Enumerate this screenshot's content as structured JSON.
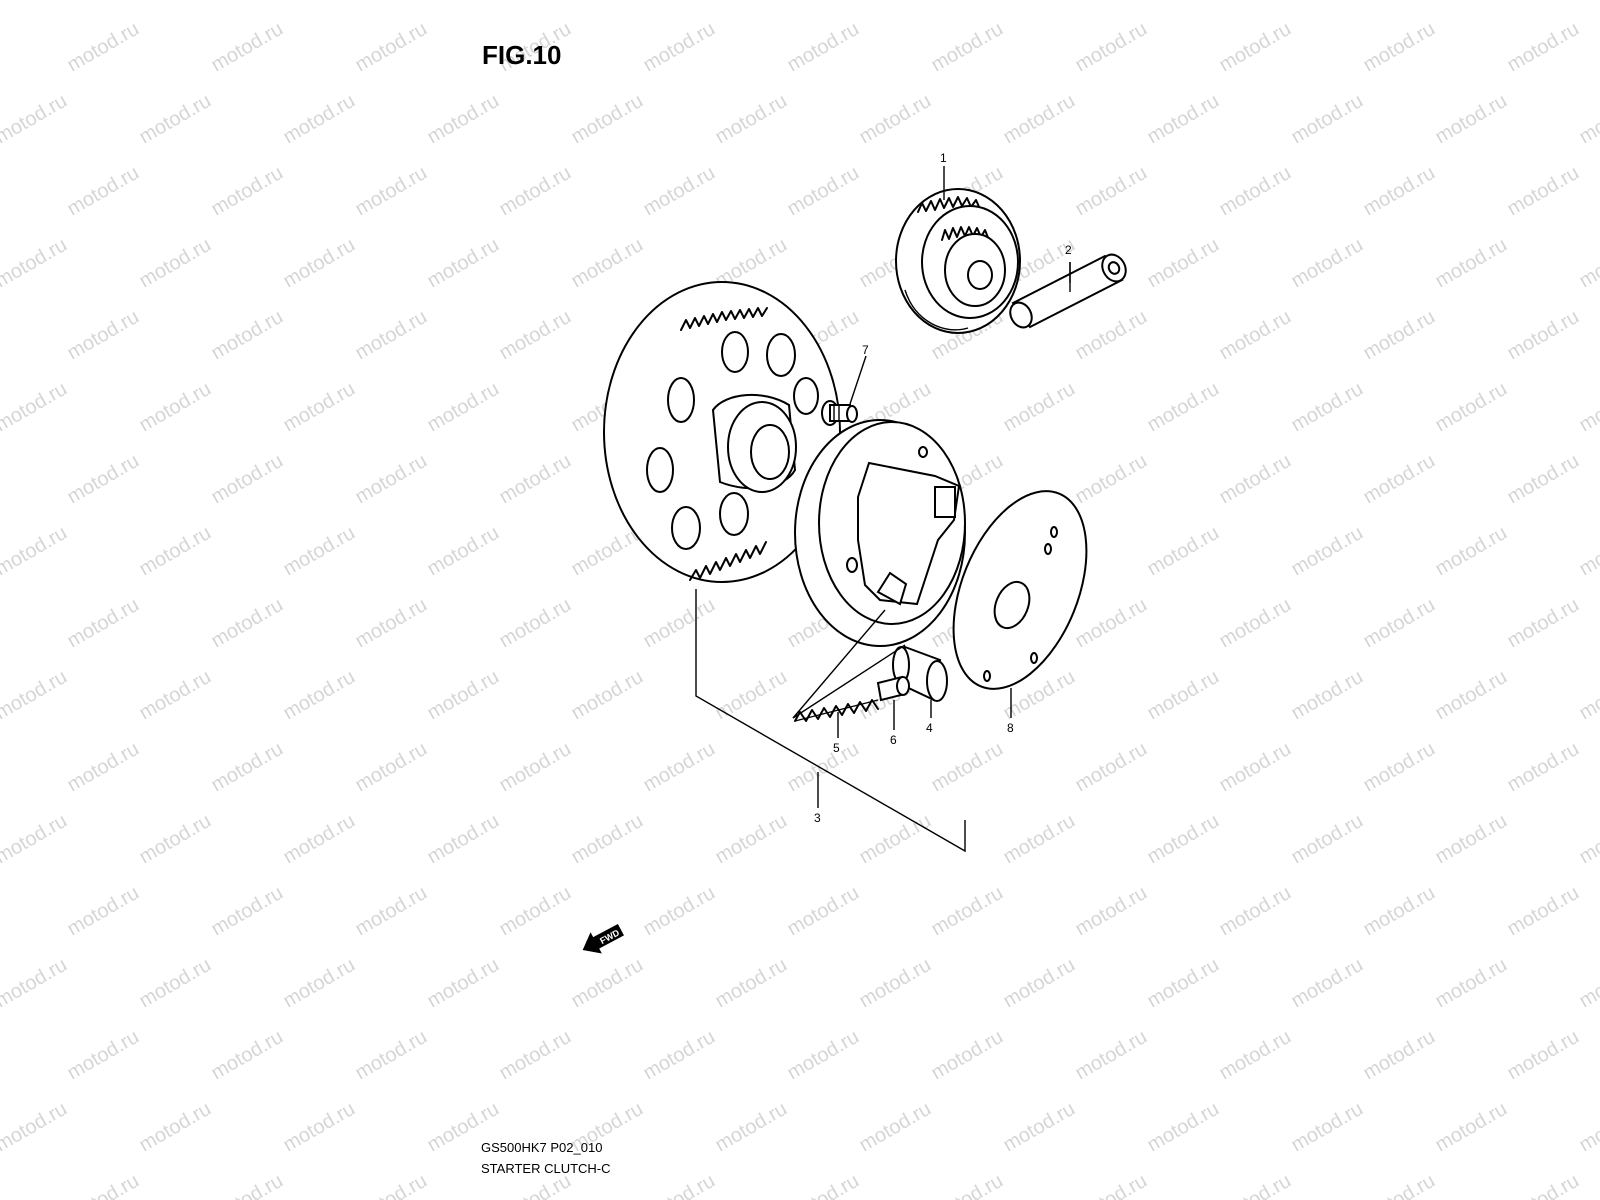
{
  "figure": {
    "title": "FIG.10"
  },
  "watermark": {
    "text": "motod.ru"
  },
  "callouts": {
    "c1": "1",
    "c2": "2",
    "c3": "3",
    "c4": "4",
    "c5": "5",
    "c6": "6",
    "c7": "7",
    "c8": "8"
  },
  "fwd_arrow": {
    "label": "FWD"
  },
  "footer": {
    "model_code": "GS500HK7 P02_010",
    "caption": "STARTER CLUTCH-C"
  },
  "colors": {
    "line": "#000000",
    "watermark": "#d6d6d6",
    "background": "#ffffff"
  }
}
